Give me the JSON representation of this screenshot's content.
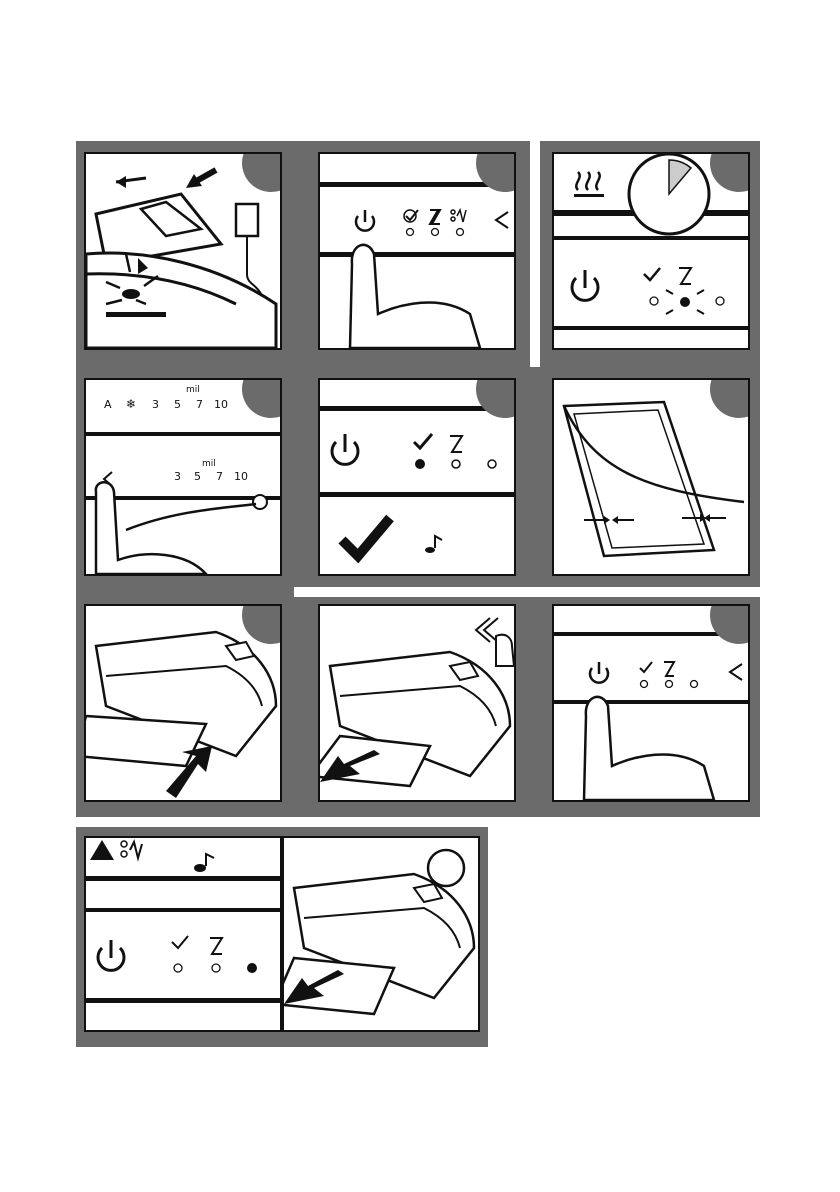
{
  "mil_label": "mil",
  "thickness_values": [
    "3",
    "5",
    "7",
    "10"
  ],
  "auto_mode_letter": "A",
  "colors": {
    "panel_bg": "#6b6b6b",
    "ink": "#111111",
    "paper": "#ffffff"
  },
  "icons": [
    "power-icon",
    "ready-check-icon",
    "hourglass-icon",
    "jam-icon",
    "snowflake-icon",
    "heat-icon",
    "clock-icon",
    "warning-icon",
    "buzzer-icon",
    "back-arrow-icon",
    "finger-icon",
    "arrow-icon",
    "checkmark-icon",
    "laminator-icon",
    "pouch-icon",
    "plug-icon"
  ]
}
